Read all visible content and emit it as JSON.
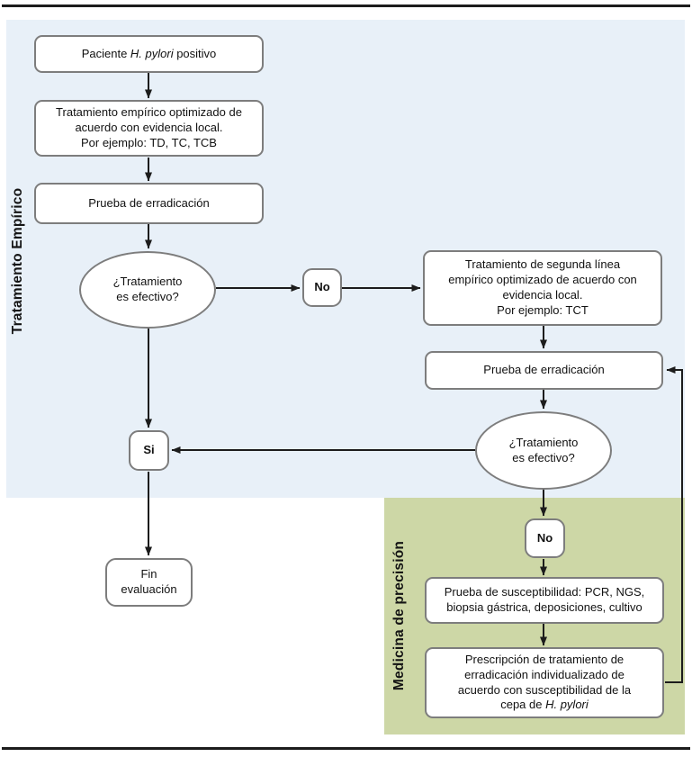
{
  "figure": {
    "description_labels": {
      "empiric_region": "Tratamiento Empírico",
      "precision_region": "Medicina de precisión"
    }
  },
  "palette": {
    "blue_region": "#e8f0f8",
    "green_region": "#cdd7a6",
    "box_border": "#7d7d7d",
    "arrow": "#1c1c1c"
  },
  "nodes": {
    "patient": {
      "prefix": "Paciente ",
      "italic": "H. pylori",
      "suffix": " positivo"
    },
    "empiric_treatment": {
      "text": "Tratamiento empírico optimizado de\nacuerdo con evidencia local.\nPor ejemplo: TD, TC, TCB"
    },
    "eradication_test_1": {
      "text": "Prueba de erradicación"
    },
    "decision_1": {
      "text": "¿Tratamiento\nes efectivo?"
    },
    "no_1": {
      "text": "No"
    },
    "second_line_treatment": {
      "text": "Tratamiento de segunda línea\nempírico optimizado de acuerdo con\nevidencia local.\nPor ejemplo: TCT"
    },
    "eradication_test_2": {
      "text": "Prueba de erradicación"
    },
    "decision_2": {
      "text": "¿Tratamiento\nes efectivo?"
    },
    "yes": {
      "text": "Si"
    },
    "end_evaluation": {
      "text": "Fin\nevaluación"
    },
    "no_2": {
      "text": "No"
    },
    "susceptibility_test": {
      "text": "Prueba de susceptibilidad: PCR, NGS,\nbiopsia gástrica, deposiciones, cultivo"
    },
    "prescription": {
      "lines": "Prescripción de tratamiento de\nerradicación individualizado de\nacuerdo con susceptibilidad de la",
      "last_prefix": "cepa de ",
      "italic": "H. pylori"
    }
  }
}
